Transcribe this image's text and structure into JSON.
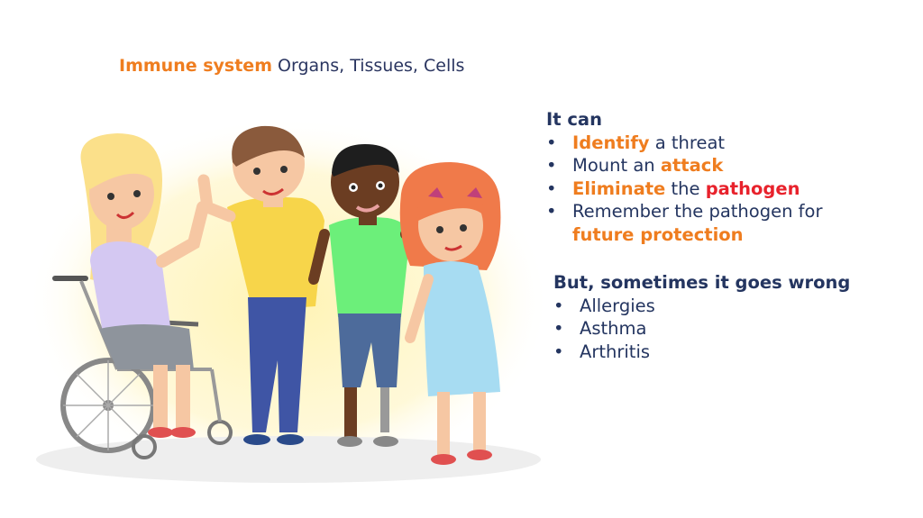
{
  "slide": {
    "title_highlight": "Immune system",
    "title_rest": " Organs, Tissues, Cells",
    "abilities": {
      "heading": "It can",
      "items": [
        {
          "highlight": "Identify",
          "rest": " a threat"
        },
        {
          "lead": "Mount an ",
          "highlight": "attack"
        },
        {
          "highlight": "Eliminate",
          "middle": " the ",
          "red": "pathogen"
        },
        {
          "lead": "Remember the pathogen for",
          "highlight": "future protection"
        }
      ]
    },
    "problems": {
      "heading": "But, sometimes it goes wrong",
      "items": [
        "Allergies",
        "Asthma",
        "Arthritis"
      ]
    }
  },
  "colors": {
    "accent_orange": "#ef7d1f",
    "accent_red": "#e8222c",
    "text_navy": "#243560"
  },
  "illustration": {
    "icon": "children-group-illustration"
  }
}
